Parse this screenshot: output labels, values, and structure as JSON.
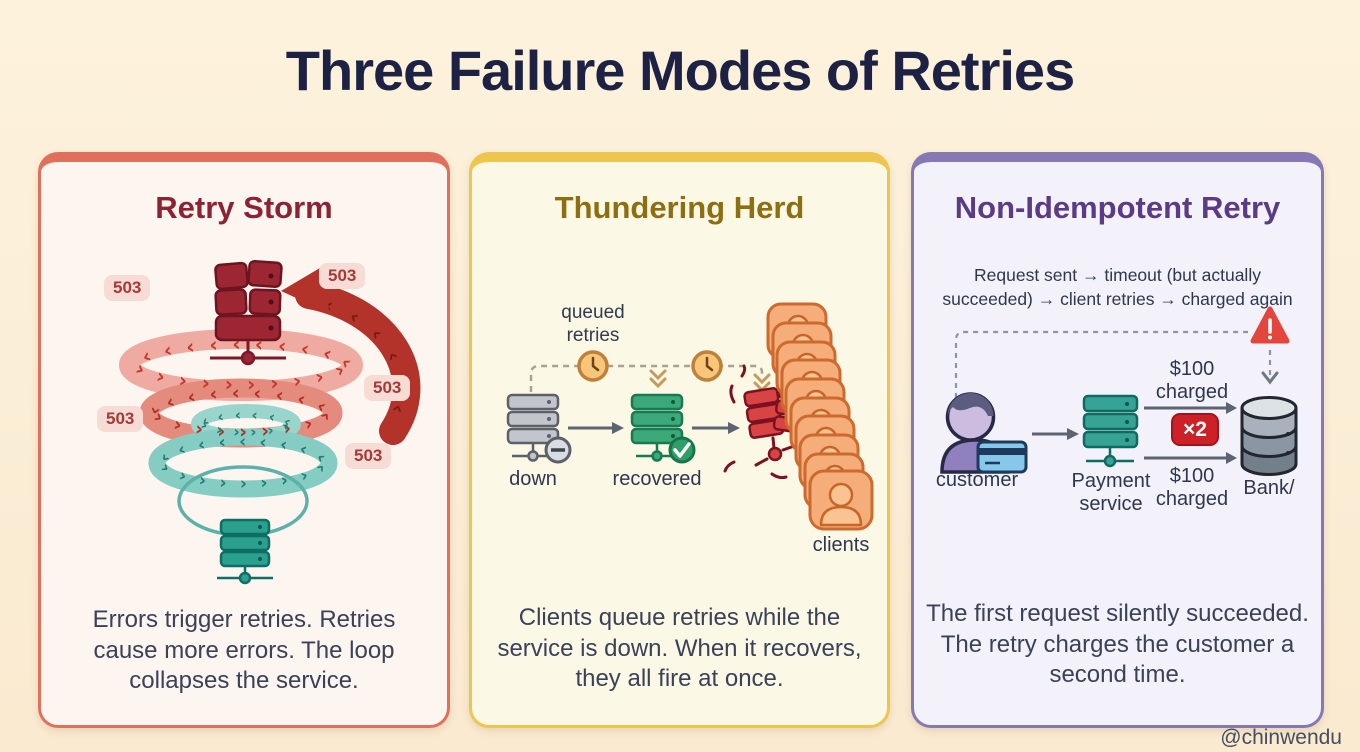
{
  "page": {
    "title": "Three Failure Modes of Retries",
    "watermark": "@chinwendu",
    "background_color": "#fcefd6",
    "title_color": "#1d2244"
  },
  "decor": {
    "chevrons": "›  ›  ›  ›  ›  ›  ›  ›  ›  ›  ›  ›  ›  ›  ›  ›  ›  ›  ›  ›  ›  ›  ›  ›  ›  ›  ›  ›"
  },
  "cards": [
    {
      "title": "Retry Storm",
      "accent": "#e0705c",
      "heading_color": "#8c2232",
      "background": "#fdf5ef",
      "badge": "503",
      "badge_count": 5,
      "caption": "Errors trigger retries. Retries cause more errors. The loop collapses the service."
    },
    {
      "title": "Thundering Herd",
      "accent": "#eec54d",
      "heading_color": "#8d6e10",
      "background": "#fcf8e6",
      "queued_label": "queued retries",
      "down_label": "down",
      "recovered_label": "recovered",
      "clients_label": "clients",
      "caption": "Clients queue retries while the service is down. When it recovers, they all fire at once."
    },
    {
      "title": "Non-Idempotent Retry",
      "accent": "#8678b4",
      "heading_color": "#5b3a86",
      "background": "#f3f1fa",
      "subtitle": "Request sent → timeout (but actually succeeded) → client retries → charged again",
      "customer_label": "customer",
      "service_label": "Payment service",
      "charge_top": "$100 charged",
      "multiplier": "×2",
      "charge_bottom": "$100 charged",
      "bank_label": "Bank/",
      "caption": "The first request silently succeeded. The retry charges the customer a second time."
    }
  ]
}
